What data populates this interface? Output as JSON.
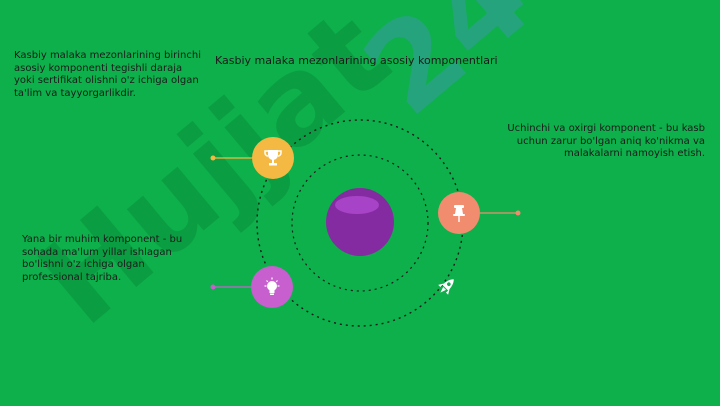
{
  "slide": {
    "title": "Kasbiy malaka mezonlarining asosiy komponentlari",
    "block_first": "Kasbiy malaka mezonlarining birinchi asosiy komponenti tegishli daraja yoki sertifikat olishni o'z ichiga olgan ta'lim va tayyorgarlikdir.",
    "block_second": "Yana bir muhim komponent - bu sohada ma'lum yillar ishlagan bo'lishni o'z ichiga olgan professional tajriba.",
    "block_third": "Uchinchi va oxirgi komponent - bu kasb uchun zarur bo'lgan aniq ko'nikma va malakalarni namoyish etish.",
    "watermark": "Hujjat24"
  },
  "colors": {
    "background": "#0db04b",
    "trophy_badge": "#f4b942",
    "pin_badge": "#f28c6e",
    "bulb_badge": "#c75fcf",
    "center_sphere": "#8e1fa8"
  },
  "icons": [
    "trophy-icon",
    "pushpin-icon",
    "lightbulb-icon",
    "rocket-icon"
  ]
}
